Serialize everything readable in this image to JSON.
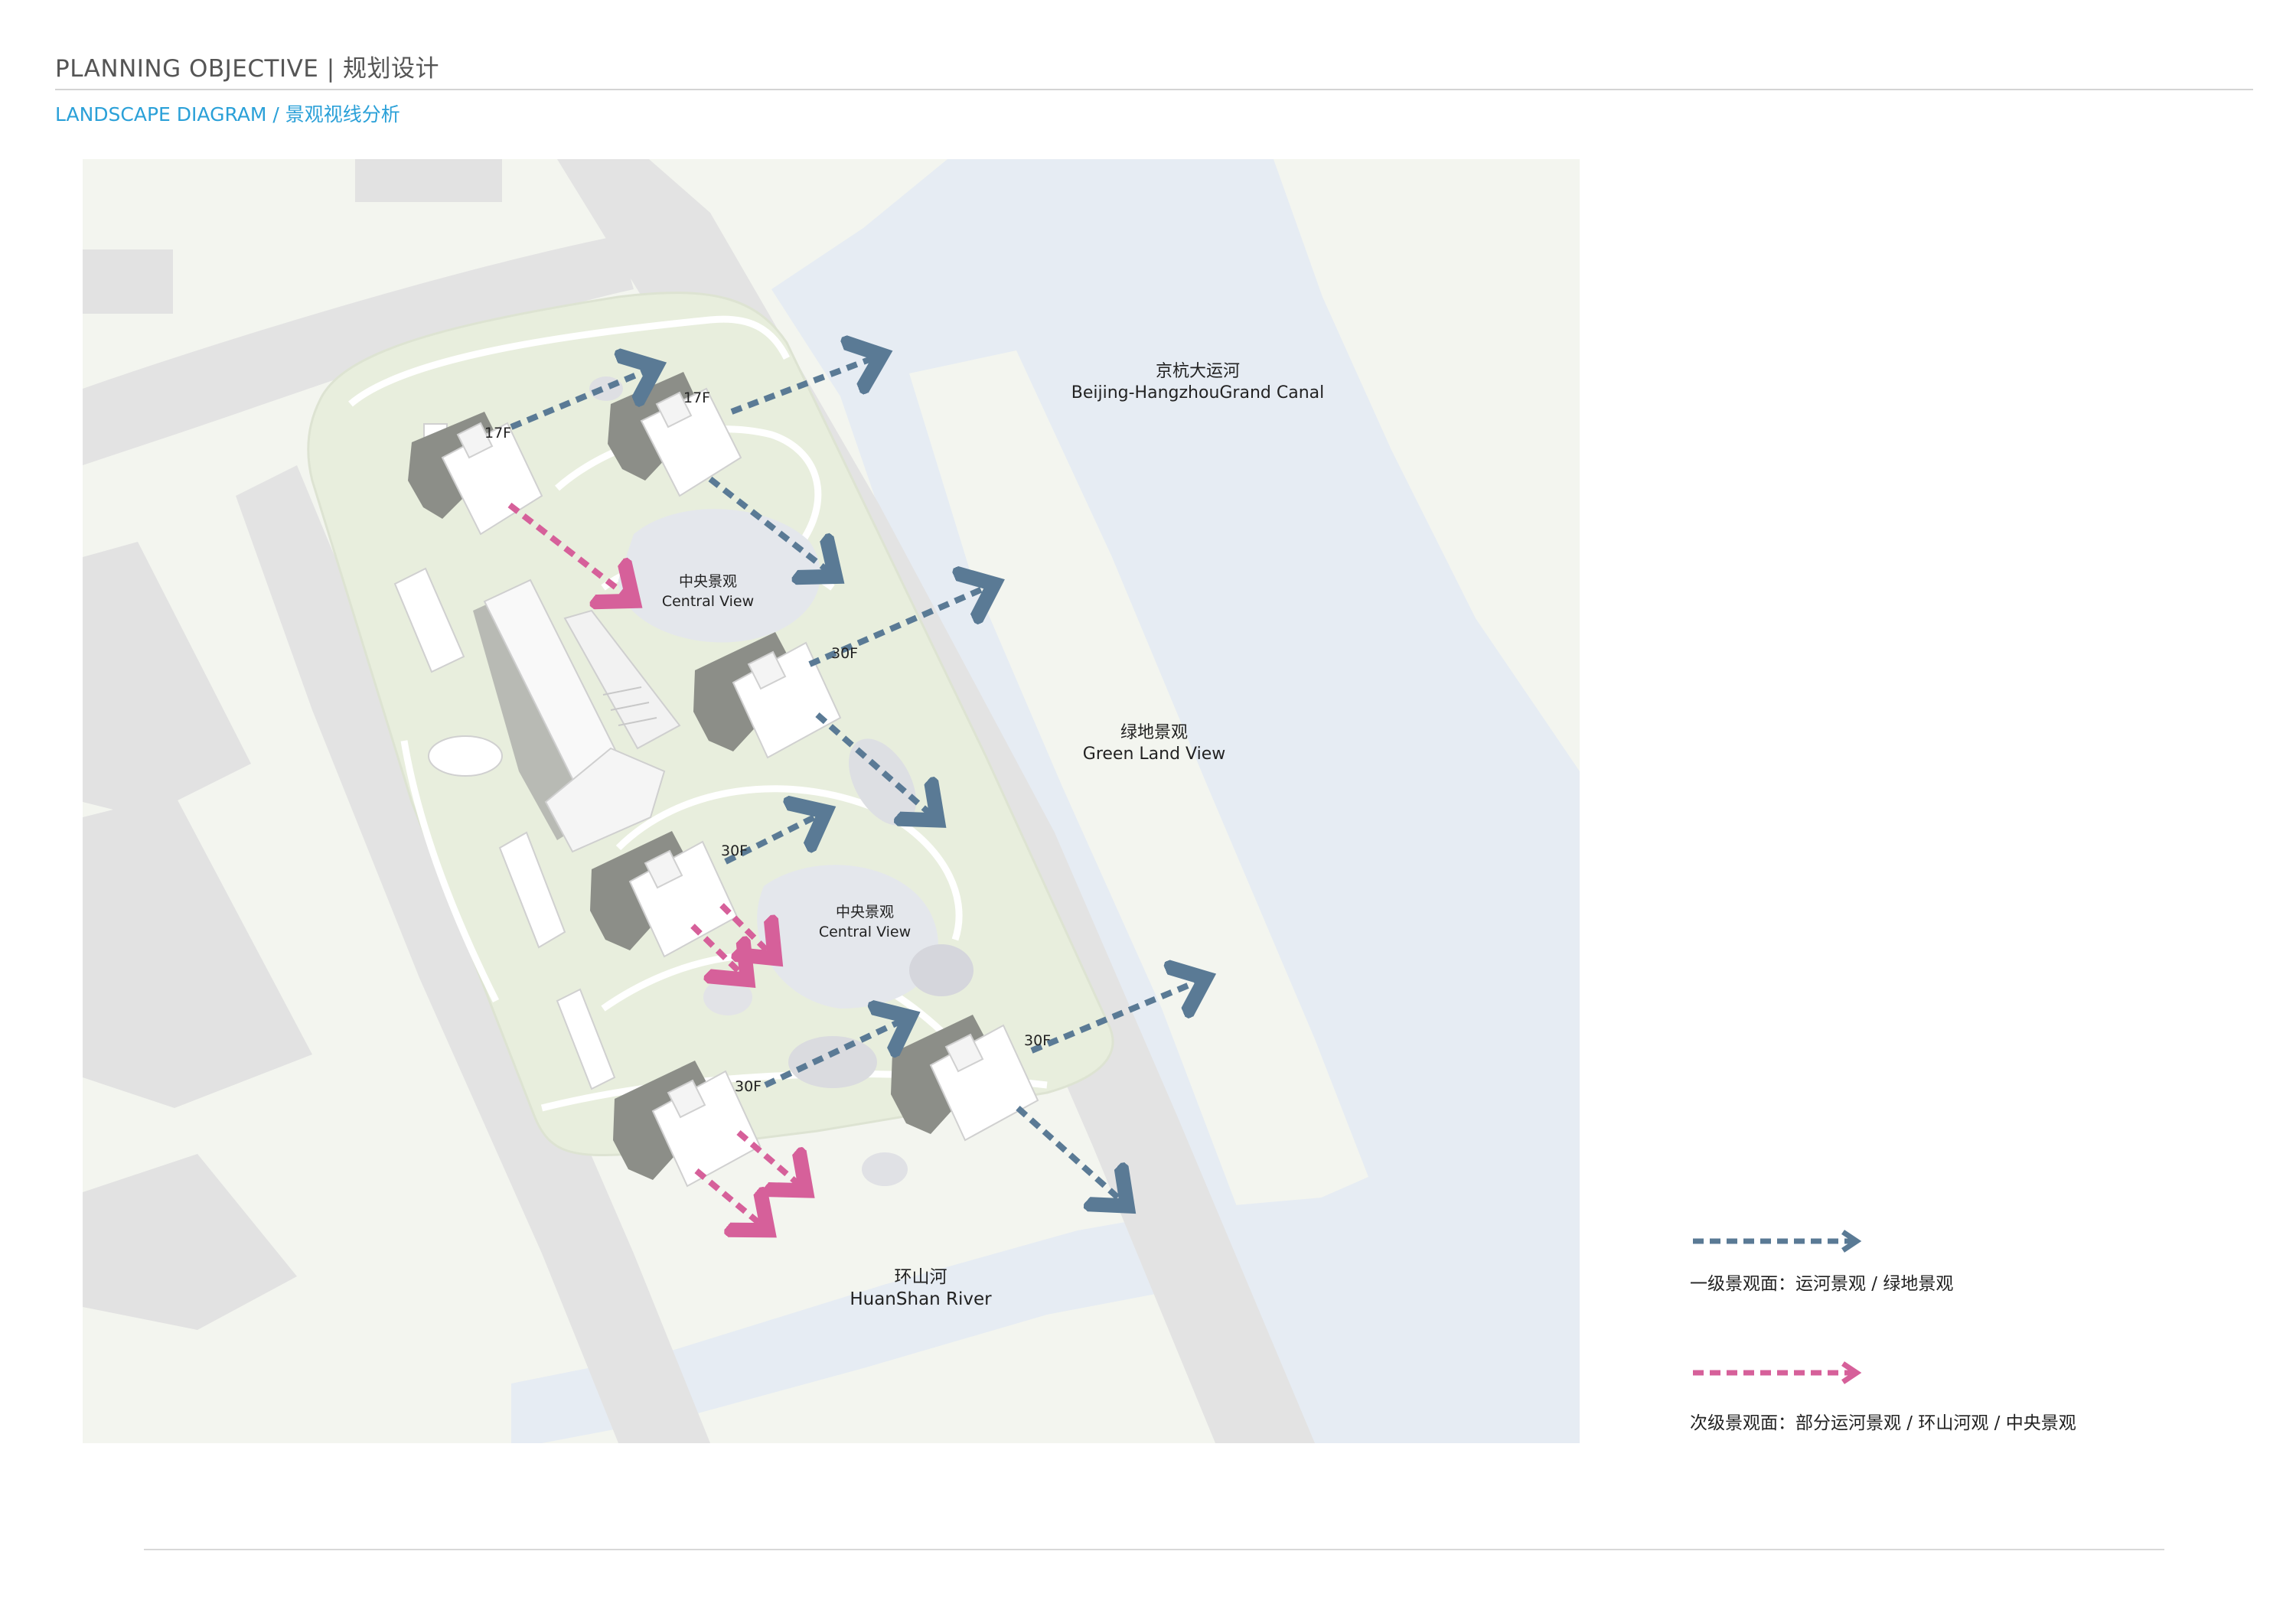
{
  "header": {
    "title": "PLANNING OBJECTIVE | 规划设计",
    "subtitle": "LANDSCAPE DIAGRAM / 景观视线分析"
  },
  "colors": {
    "primary_arrow": "#5a7a95",
    "secondary_arrow": "#d6609a",
    "water": "#e6ecf3",
    "road": "#e3e3e3",
    "land": "#f3f5ef",
    "site": "#e8eedd",
    "building_shadow": "#8c8e88"
  },
  "map": {
    "labels": {
      "canal_cn": "京杭大运河",
      "canal_en": "Beijing-HangzhouGrand Canal",
      "green_cn": "绿地景观",
      "green_en": "Green Land View",
      "central1_cn": "中央景观",
      "central1_en": "Central View",
      "central2_cn": "中央景观",
      "central2_en": "Central View",
      "river_cn": "环山河",
      "river_en": "HuanShan River"
    },
    "floors": {
      "t1": "17F",
      "t2": "17F",
      "t3": "30F",
      "t4": "30F",
      "t5": "30F",
      "t6": "30F"
    }
  },
  "legend": {
    "primary": {
      "icon": "dashed-arrow-icon",
      "label": "一级景观面：运河景观 / 绿地景观"
    },
    "secondary": {
      "icon": "dashed-arrow-icon",
      "label": "次级景观面：部分运河景观 / 环山河观 / 中央景观"
    }
  }
}
